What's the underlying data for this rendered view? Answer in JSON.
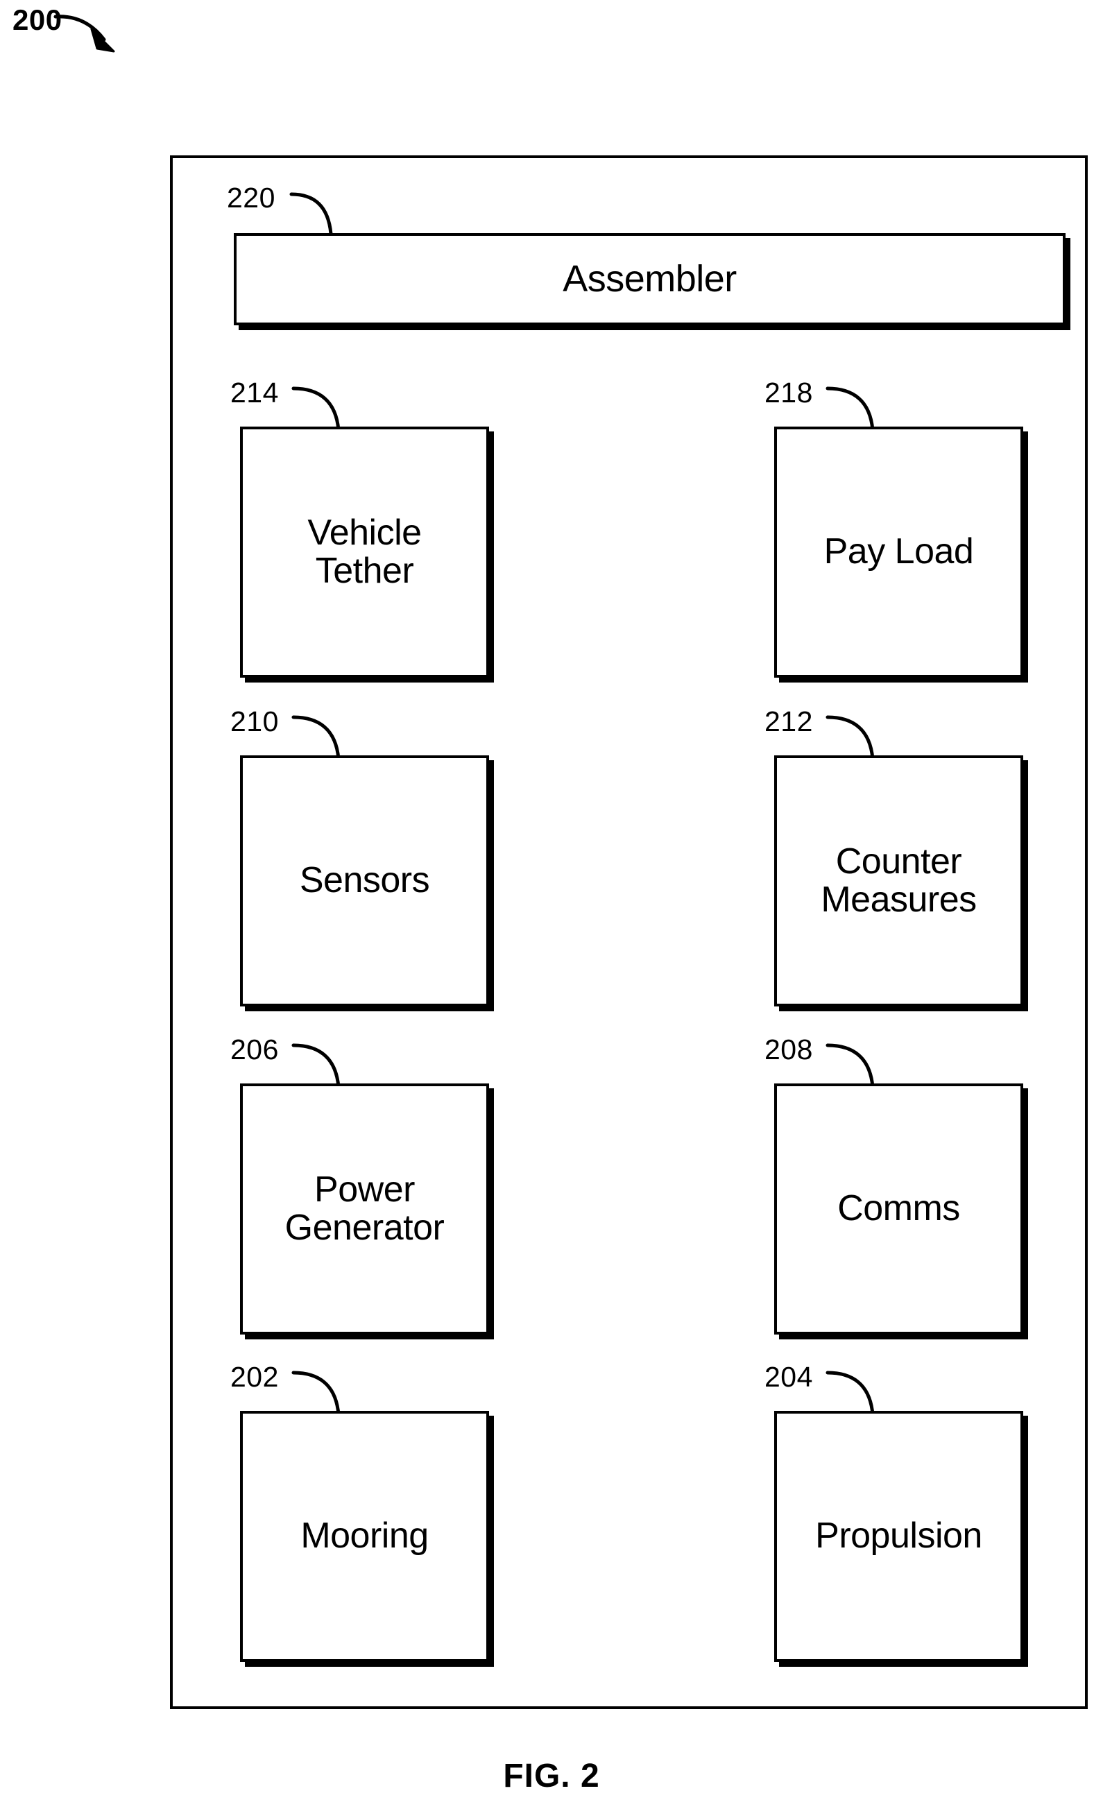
{
  "figure": {
    "reference_number": "200",
    "caption": "FIG. 2"
  },
  "system_container": {
    "name": "system-boundary"
  },
  "assembler": {
    "ref": "220",
    "label": "Assembler"
  },
  "components": [
    {
      "ref": "214",
      "label": "Vehicle\nTether",
      "column": "left",
      "row": 1
    },
    {
      "ref": "218",
      "label": "Pay Load",
      "column": "right",
      "row": 1
    },
    {
      "ref": "210",
      "label": "Sensors",
      "column": "left",
      "row": 2
    },
    {
      "ref": "212",
      "label": "Counter\nMeasures",
      "column": "right",
      "row": 2
    },
    {
      "ref": "206",
      "label": "Power\nGenerator",
      "column": "left",
      "row": 3
    },
    {
      "ref": "208",
      "label": "Comms",
      "column": "right",
      "row": 3
    },
    {
      "ref": "202",
      "label": "Mooring",
      "column": "left",
      "row": 4
    },
    {
      "ref": "204",
      "label": "Propulsion",
      "column": "right",
      "row": 4
    }
  ],
  "colors": {
    "stroke": "#000000",
    "fill": "#ffffff"
  }
}
